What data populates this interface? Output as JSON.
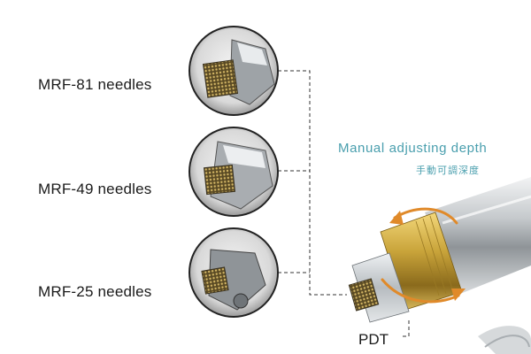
{
  "callouts": [
    {
      "id": "mrf81",
      "label": "MRF-81 needles"
    },
    {
      "id": "mrf49",
      "label": "MRF-49 needles"
    },
    {
      "id": "mrf25",
      "label": "MRF-25 needles"
    }
  ],
  "adjust": {
    "english": "Manual adjusting depth",
    "chinese": "手動可調深度"
  },
  "tip_label": "PDT",
  "colors": {
    "accent_text": "#4a9fae",
    "handle_gold": "#c9a43a",
    "handle_silver": "#bfc3c7",
    "arrow_orange": "#e08a2a",
    "leader_line": "#333333"
  }
}
